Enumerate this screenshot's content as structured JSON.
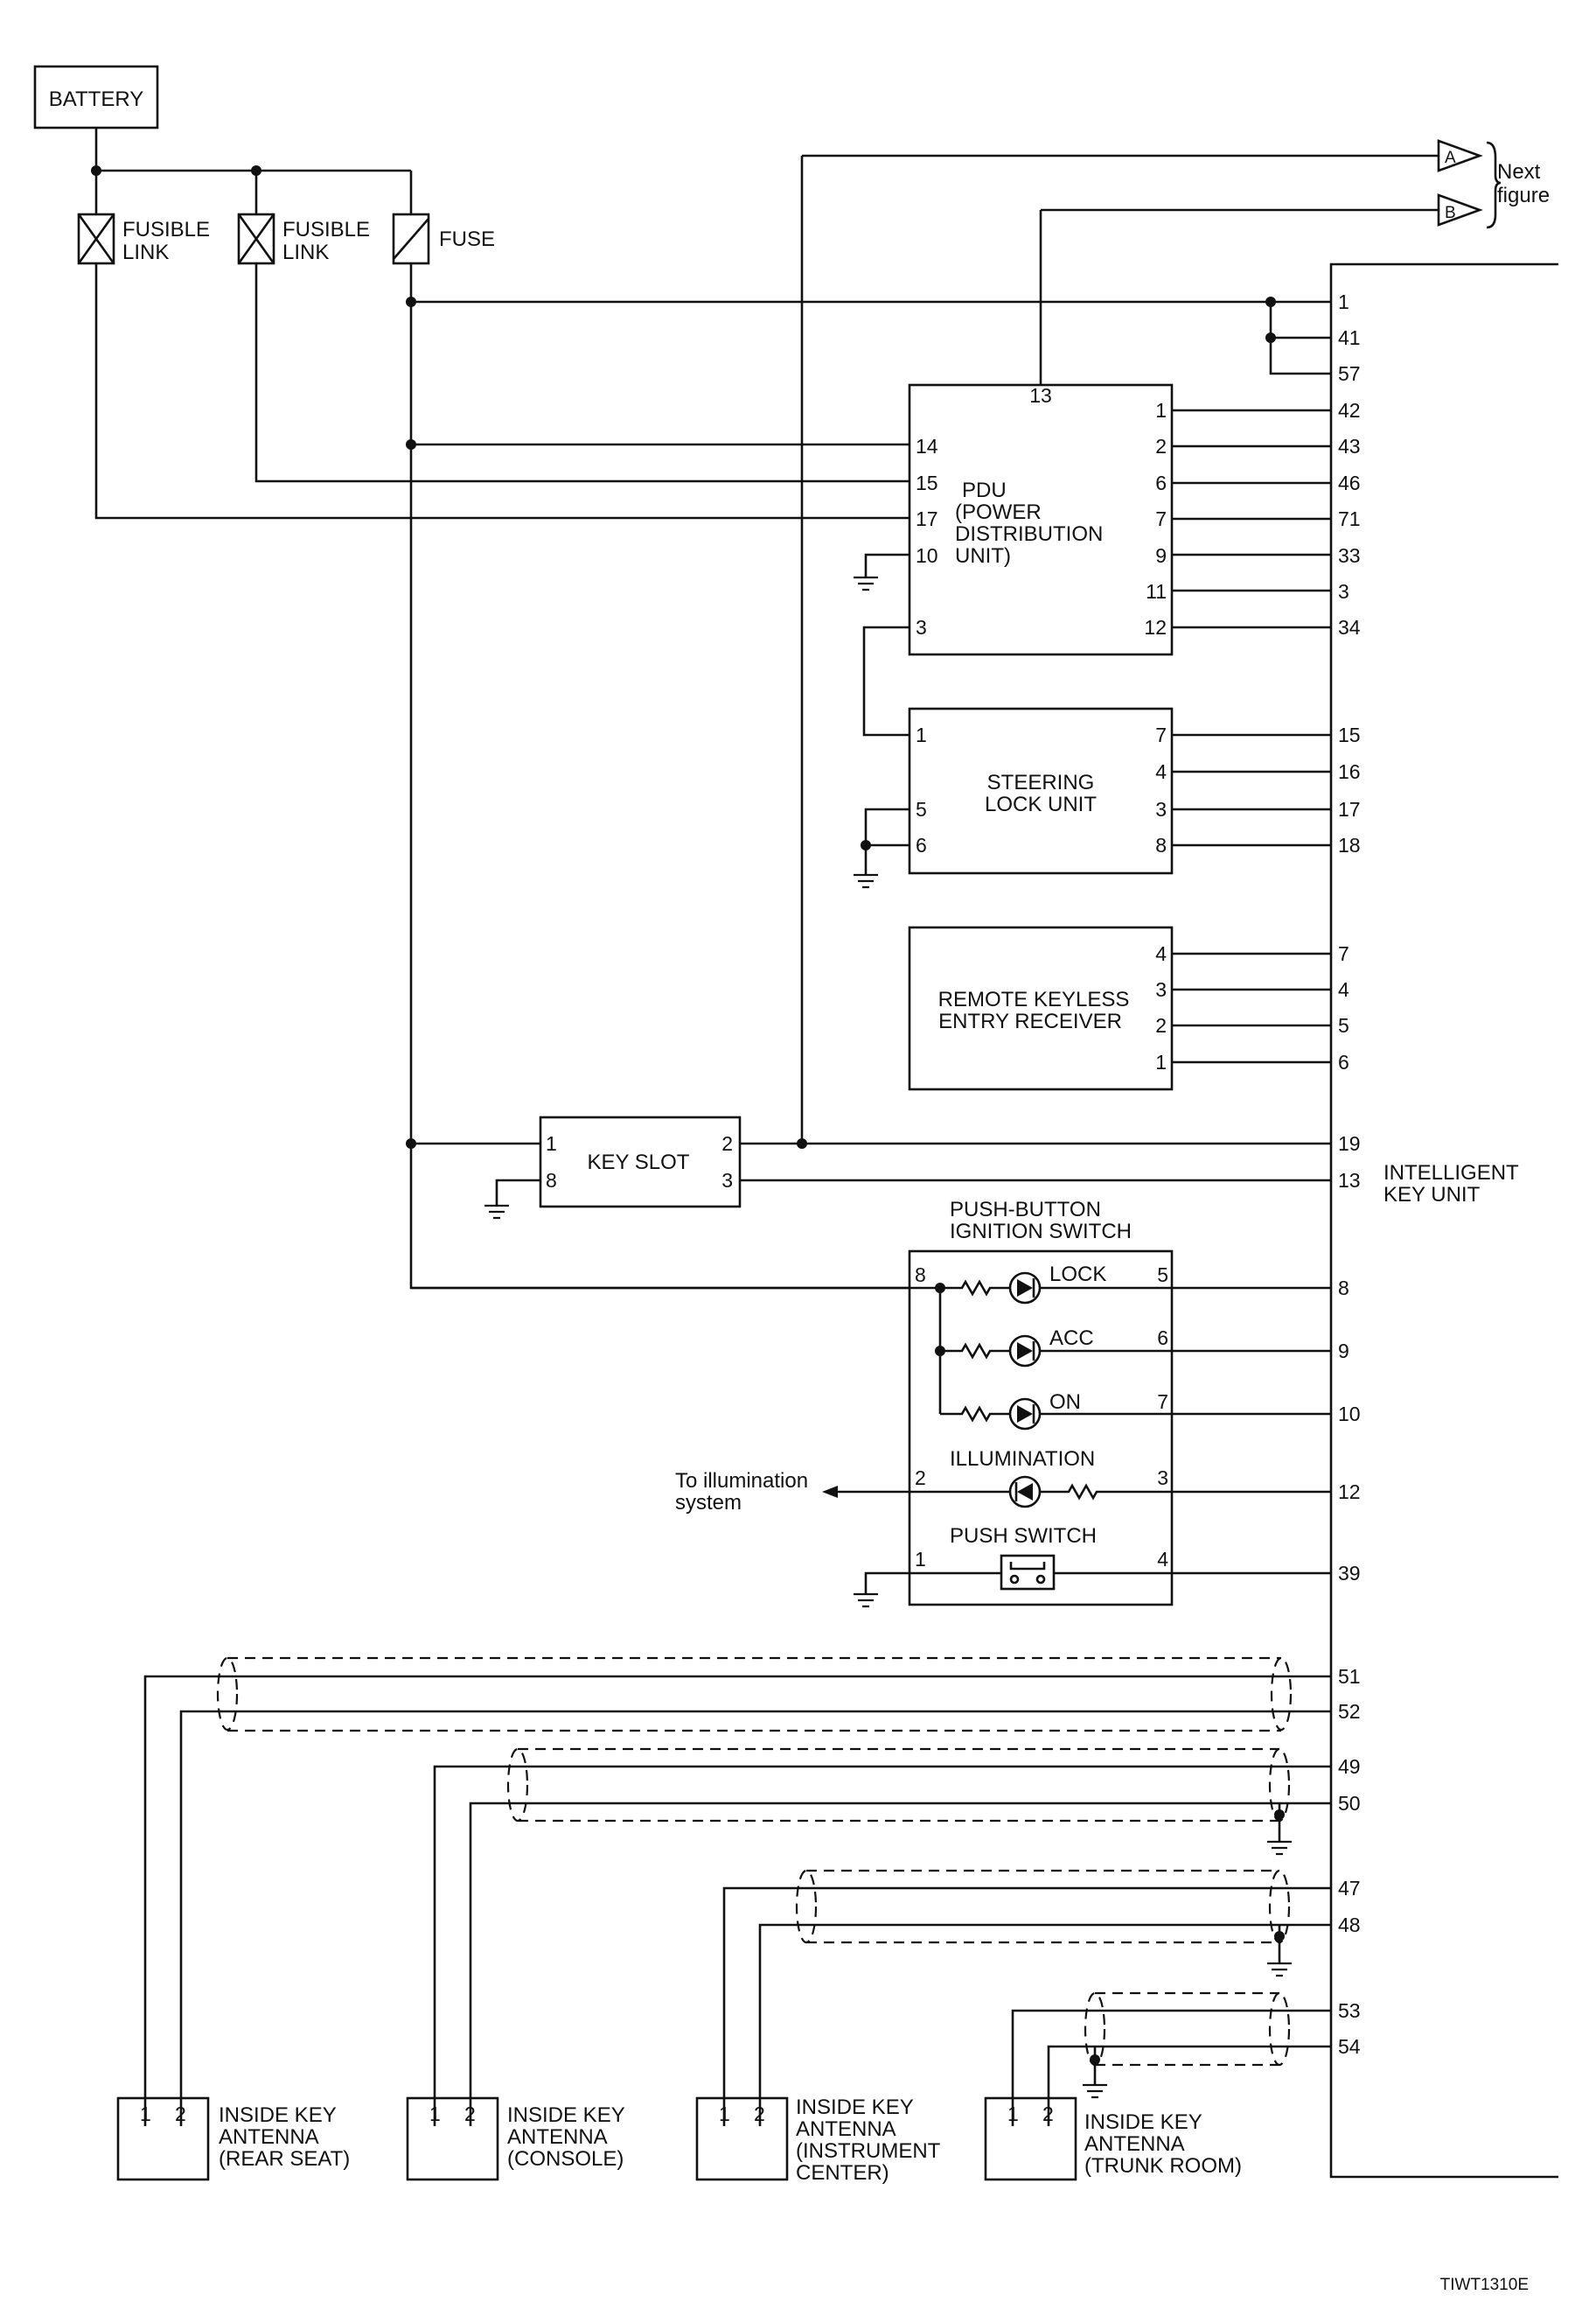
{
  "components": {
    "battery": "BATTERY",
    "fusible_link": [
      "FUSIBLE",
      "LINK"
    ],
    "fuse": "FUSE",
    "pdu": {
      "name": [
        "PDU",
        "(POWER",
        " DISTRIBUTION",
        " UNIT)"
      ],
      "left_pins": [
        "14",
        "15",
        "17",
        "10",
        "3"
      ],
      "top_pin": "13",
      "right_pins": [
        "1",
        "2",
        "6",
        "7",
        "9",
        "11",
        "12"
      ]
    },
    "steering_lock": {
      "name": [
        "STEERING",
        "LOCK UNIT"
      ],
      "left_pins": [
        "1",
        "5",
        "6"
      ],
      "right_pins": [
        "7",
        "4",
        "3",
        "8"
      ]
    },
    "rke_receiver": {
      "name": [
        "REMOTE KEYLESS",
        "ENTRY RECEIVER"
      ],
      "right_pins": [
        "4",
        "3",
        "2",
        "1"
      ]
    },
    "key_slot": {
      "name": "KEY SLOT",
      "left_pins": [
        "1",
        "8"
      ],
      "right_pins": [
        "2",
        "3"
      ]
    },
    "push_button": {
      "title": [
        "PUSH-BUTTON",
        "IGNITION SWITCH"
      ],
      "lock": "LOCK",
      "acc": "ACC",
      "on": "ON",
      "illumination": "ILLUMINATION",
      "push_switch": "PUSH SWITCH",
      "left_pins": [
        "8",
        "2",
        "1"
      ],
      "right_pins": [
        "5",
        "6",
        "7",
        "3",
        "4"
      ]
    },
    "intelligent_key_unit": [
      "INTELLIGENT",
      "KEY UNIT"
    ],
    "iku_pins": [
      "1",
      "41",
      "57",
      "42",
      "43",
      "46",
      "71",
      "33",
      "3",
      "34",
      "15",
      "16",
      "17",
      "18",
      "7",
      "4",
      "5",
      "6",
      "19",
      "13",
      "8",
      "9",
      "10",
      "12",
      "39",
      "51",
      "52",
      "49",
      "50",
      "47",
      "48",
      "53",
      "54"
    ],
    "connectors": {
      "a": "A",
      "b": "B",
      "next_figure": [
        "Next",
        "figure"
      ]
    },
    "illumination_note": [
      "To illumination",
      "system"
    ],
    "antennas": [
      {
        "pins": [
          "1",
          "2"
        ],
        "label": [
          "INSIDE KEY",
          "ANTENNA",
          "(REAR SEAT)"
        ]
      },
      {
        "pins": [
          "1",
          "2"
        ],
        "label": [
          "INSIDE KEY",
          "ANTENNA",
          "(CONSOLE)"
        ]
      },
      {
        "pins": [
          "1",
          "2"
        ],
        "label": [
          "INSIDE KEY",
          "ANTENNA",
          "(INSTRUMENT",
          " CENTER)"
        ]
      },
      {
        "pins": [
          "1",
          "2"
        ],
        "label": [
          "INSIDE KEY",
          "ANTENNA",
          "(TRUNK ROOM)"
        ]
      }
    ]
  },
  "diagram_code": "TIWT1310E"
}
